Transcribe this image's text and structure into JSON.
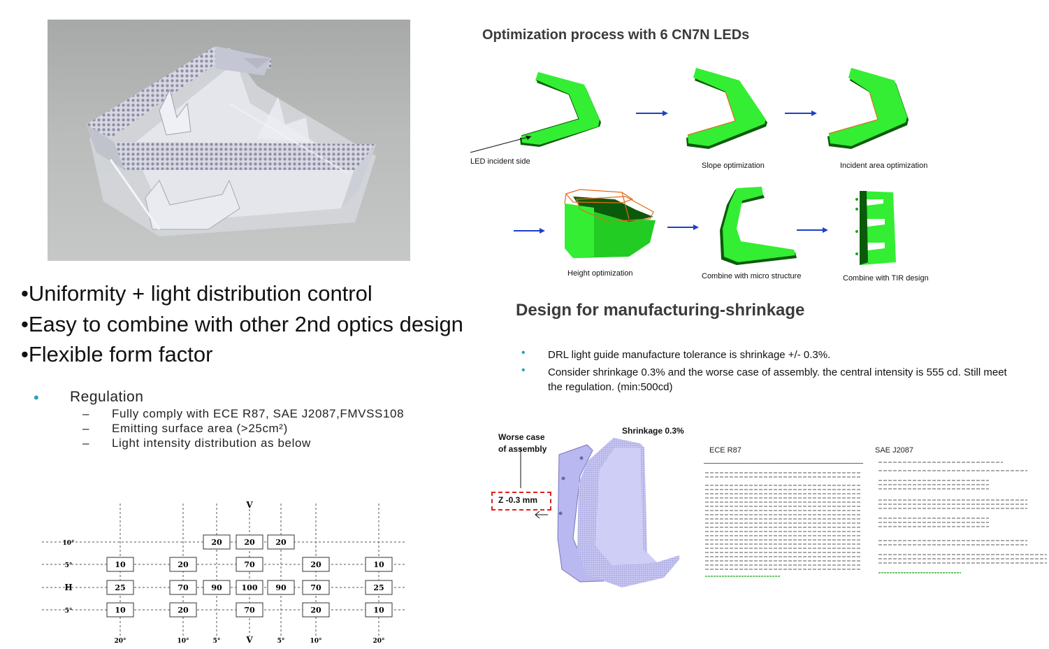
{
  "left": {
    "bullets": [
      "•Uniformity + light distribution control",
      "•Easy to combine with other 2nd optics design",
      "•Flexible form factor"
    ],
    "regulation": {
      "title": "Regulation",
      "items": [
        "Fully comply with ECE R87, SAE J2087,FMVSS108",
        "Emitting surface area (>25cm²)",
        "Light intensity distribution as below"
      ],
      "dash": "–"
    }
  },
  "intensity_grid": {
    "v_label": "V",
    "h_label": "H",
    "row_labels": [
      "10°",
      "5°",
      "H",
      "5°"
    ],
    "bottom_labels": [
      "20°",
      "10°",
      "5°",
      "V",
      "5°",
      "10°",
      "20°"
    ],
    "rows": [
      [
        "20",
        "20",
        "20"
      ],
      [
        "10",
        "20",
        "70",
        "20",
        "10"
      ],
      [
        "25",
        "70",
        "90",
        "100",
        "90",
        "70",
        "25"
      ],
      [
        "10",
        "20",
        "70",
        "20",
        "10"
      ]
    ]
  },
  "optimization": {
    "title": "Optimization process with 6 CN7N LEDs",
    "steps": [
      "LED incident side",
      "Slope optimization",
      "Incident area optimization",
      "Height optimization",
      "Combine with micro structure",
      "Combine with TIR design"
    ]
  },
  "dfm": {
    "title": "Design for manufacturing-shrinkage",
    "bullets": [
      "DRL light guide manufacture tolerance is shrinkage +/- 0.3%.",
      "Consider shrinkage 0.3% and the worse case of assembly. the central intensity is 555 cd. Still meet the regulation. (min:500cd)"
    ],
    "worse_case_label_1": "Worse case",
    "worse_case_label_2": "of assembly",
    "z_label": "Z -0.3 mm",
    "shrinkage_label": "Shrinkage 0.3%",
    "ece_label": "ECE R87",
    "sae_label": "SAE J2087"
  },
  "colors": {
    "green": "#33ee33",
    "dark_green": "#0b5a0b",
    "arrow_blue": "#1f3fc8",
    "bullet_teal": "#2aa1b8",
    "title_gray": "#3b3b3b",
    "lavender": "#b9b8f0",
    "red_dash": "#e0201a"
  }
}
